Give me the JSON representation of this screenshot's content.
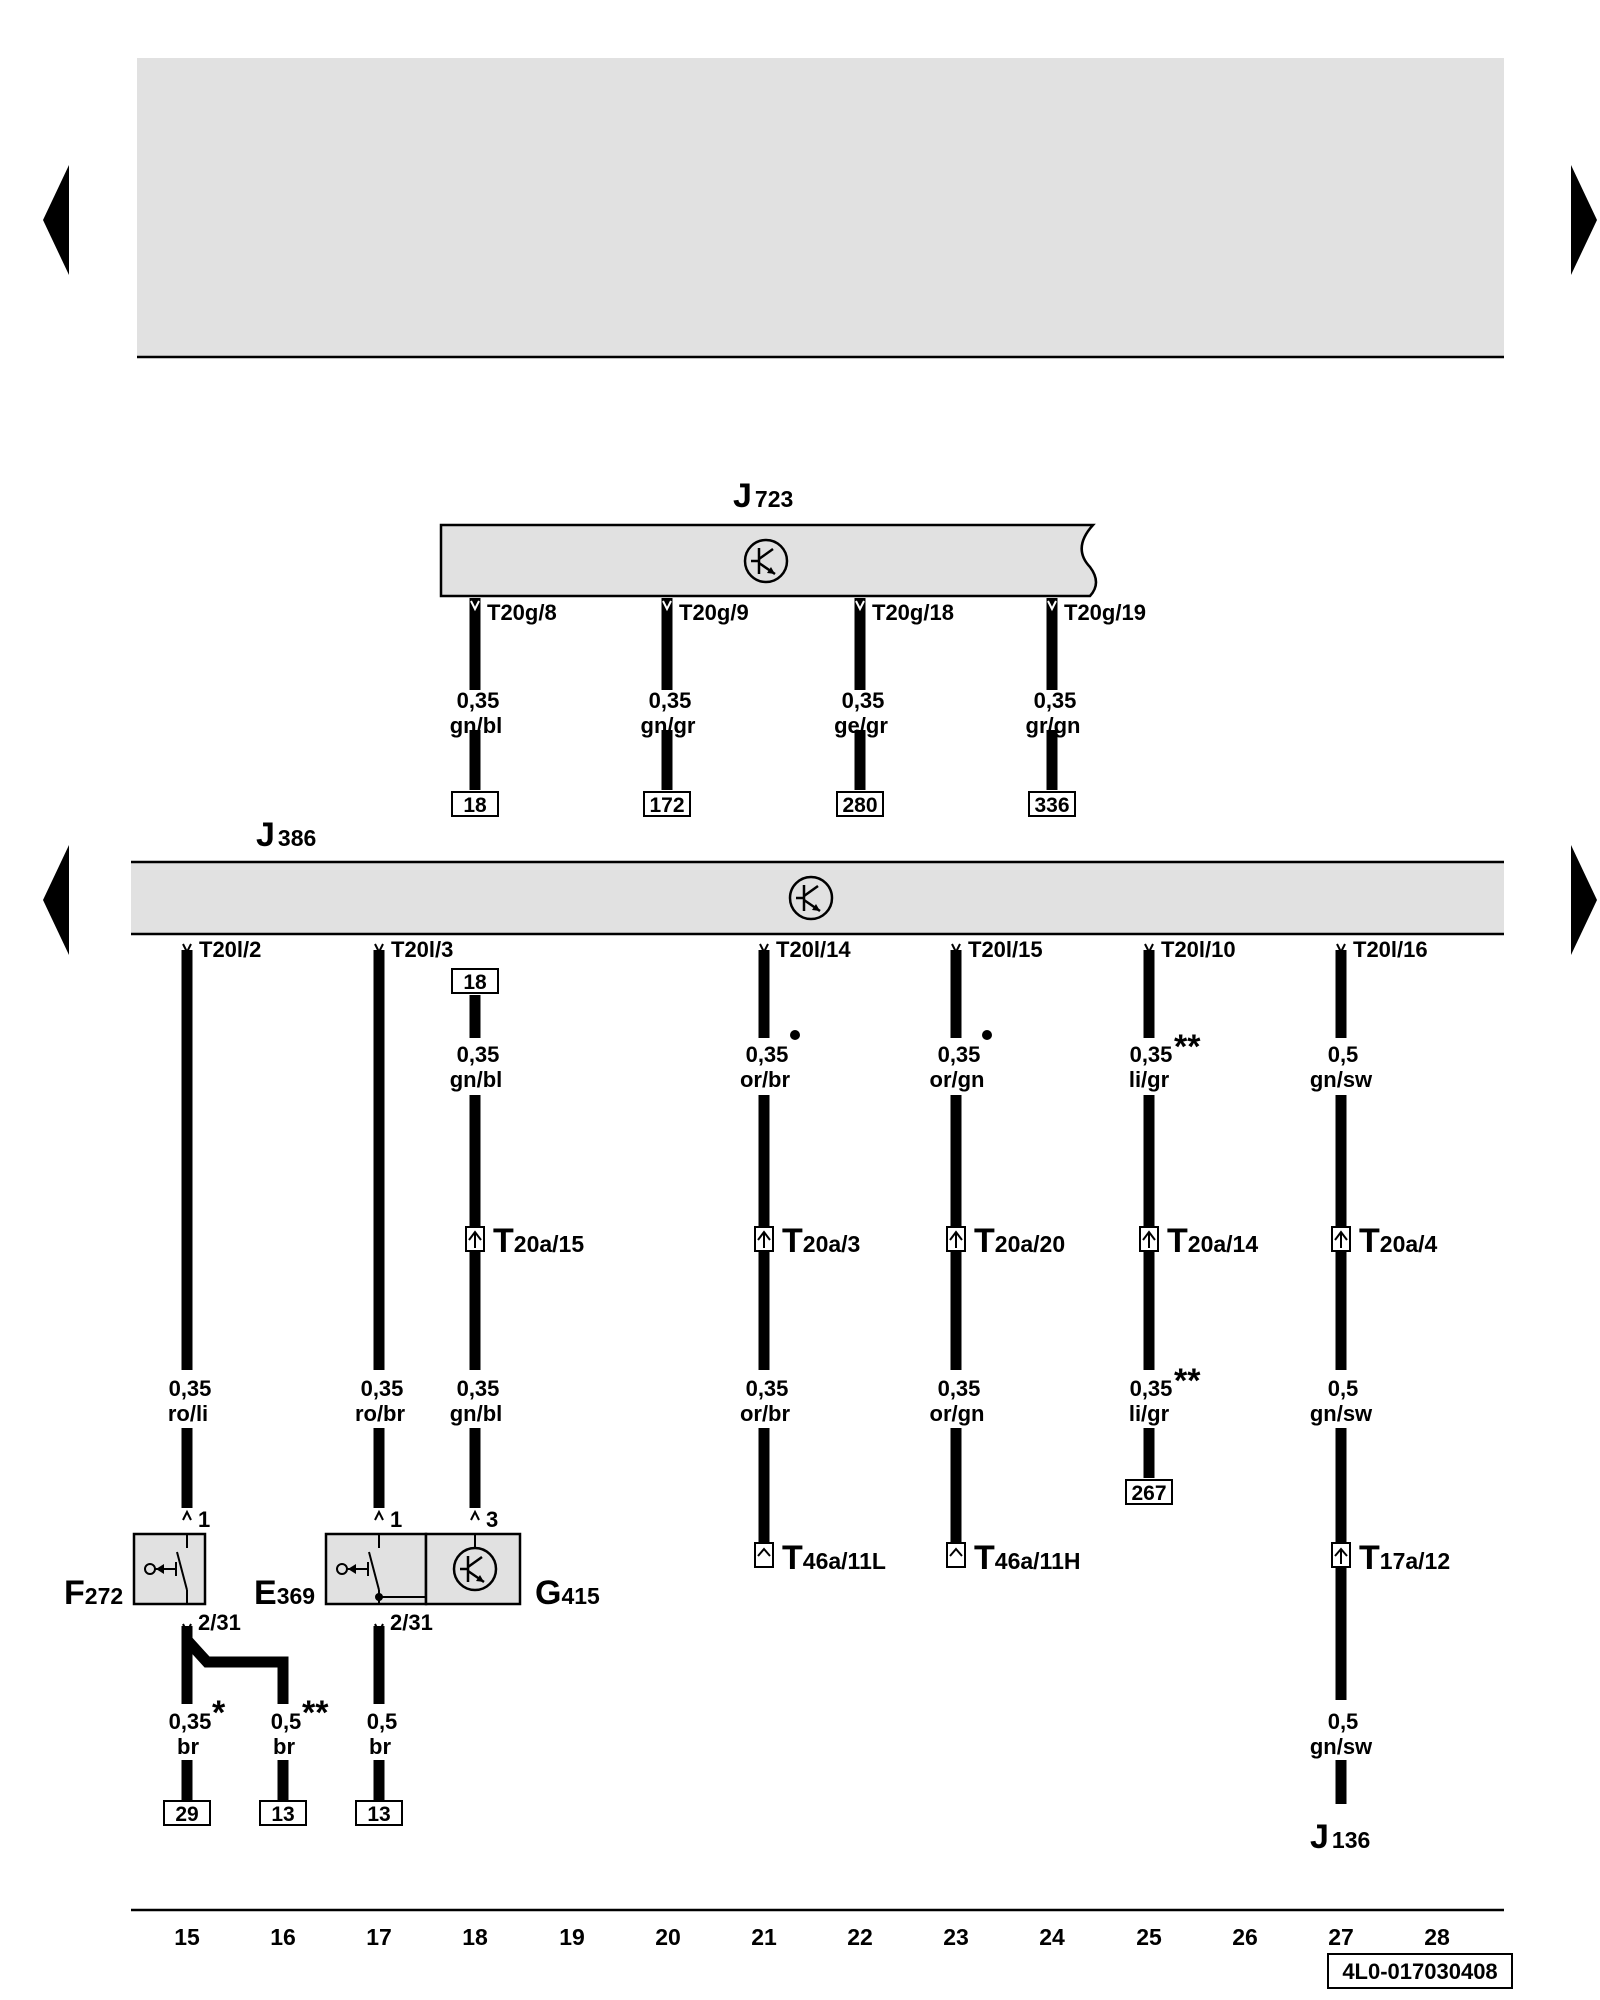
{
  "nav": {
    "prev": "previous-page",
    "next": "next-page"
  },
  "components": {
    "j723": {
      "id": "J",
      "sub": "723"
    },
    "j386": {
      "id": "J",
      "sub": "386"
    },
    "f272": {
      "id": "F",
      "sub": "272"
    },
    "e369": {
      "id": "E",
      "sub": "369"
    },
    "g415": {
      "id": "G",
      "sub": "415"
    },
    "j136": {
      "id": "J",
      "sub": "136"
    }
  },
  "j723_pins": [
    {
      "pin": "T20g/8",
      "size": "0,35",
      "color": "gn/bl",
      "ref": "18"
    },
    {
      "pin": "T20g/9",
      "size": "0,35",
      "color": "gn/gr",
      "ref": "172"
    },
    {
      "pin": "T20g/18",
      "size": "0,35",
      "color": "ge/gr",
      "ref": "280"
    },
    {
      "pin": "T20g/19",
      "size": "0,35",
      "color": "gr/gn",
      "ref": "336"
    }
  ],
  "j386_pins": {
    "p15": "T20l/2",
    "p17": "T20l/3",
    "p21": "T20l/14",
    "p23": "T20l/15",
    "p25": "T20l/10",
    "p27": "T20l/16"
  },
  "wire_labels": {
    "w18_top": {
      "size": "0,35",
      "color": "gn/bl"
    },
    "w21_top": {
      "size": "0,35",
      "color": "or/br"
    },
    "w23_top": {
      "size": "0,35",
      "color": "or/gn"
    },
    "w25_top": {
      "size": "0,35",
      "color": "li/gr"
    },
    "w27_top": {
      "size": "0,5",
      "color": "gn/sw"
    },
    "w15_mid": {
      "size": "0,35",
      "color": "ro/li"
    },
    "w17_mid": {
      "size": "0,35",
      "color": "ro/br"
    },
    "w18_mid": {
      "size": "0,35",
      "color": "gn/bl"
    },
    "w21_mid": {
      "size": "0,35",
      "color": "or/br"
    },
    "w23_mid": {
      "size": "0,35",
      "color": "or/gn"
    },
    "w25_mid": {
      "size": "0,35",
      "color": "li/gr"
    },
    "w27_mid": {
      "size": "0,5",
      "color": "gn/sw"
    },
    "w15_bot": {
      "size": "0,35",
      "color": "br"
    },
    "w16_bot": {
      "size": "0,5",
      "color": "br"
    },
    "w17_bot": {
      "size": "0,5",
      "color": "br"
    },
    "w27_bot": {
      "size": "0,5",
      "color": "gn/sw"
    }
  },
  "marks": {
    "one": "*",
    "two": "**",
    "dot": "•"
  },
  "connectors": {
    "c18": {
      "main": "T",
      "sub": "20a/15"
    },
    "c21": {
      "main": "T",
      "sub": "20a/3"
    },
    "c23": {
      "main": "T",
      "sub": "20a/20"
    },
    "c25": {
      "main": "T",
      "sub": "20a/14"
    },
    "c27": {
      "main": "T",
      "sub": "20a/4"
    },
    "c21b": {
      "main": "T",
      "sub": "46a/11L"
    },
    "c23b": {
      "main": "T",
      "sub": "46a/11H"
    },
    "c27b": {
      "main": "T",
      "sub": "17a/12"
    }
  },
  "refs": {
    "r18_top": "18",
    "r267": "267",
    "r29": "29",
    "r13a": "13",
    "r13b": "13"
  },
  "terminals": {
    "f272_in": "1",
    "e369_in": "1",
    "g415_in": "3",
    "f272_out": "2/31",
    "e369_out": "2/31"
  },
  "columns": [
    "15",
    "16",
    "17",
    "18",
    "19",
    "20",
    "21",
    "22",
    "23",
    "24",
    "25",
    "26",
    "27",
    "28"
  ],
  "doc_id": "4L0-017030408"
}
